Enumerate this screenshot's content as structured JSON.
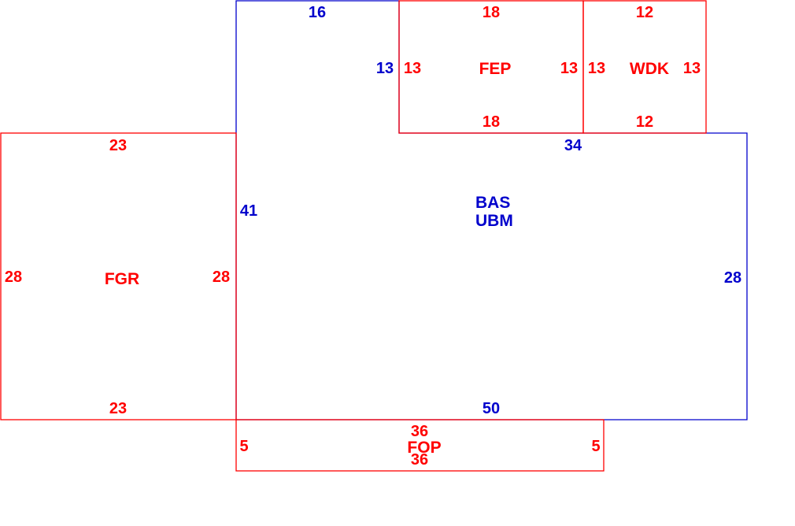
{
  "colors": {
    "main_structure": "#0000cc",
    "additions": "#ff0000",
    "background": "#ffffff"
  },
  "areas": {
    "bas": {
      "codes": [
        "BAS",
        "UBM"
      ],
      "dimensions": {
        "top_left_wall": "16",
        "inner_step_wall": "13",
        "top_right_wall": "34",
        "left_wall": "41",
        "right_wall": "28",
        "bottom_wall": "50"
      }
    },
    "fep": {
      "code": "FEP",
      "dimensions": {
        "top": "18",
        "bottom": "18",
        "left": "13",
        "right": "13"
      }
    },
    "wdk": {
      "code": "WDK",
      "dimensions": {
        "top": "12",
        "bottom": "12",
        "left": "13",
        "right": "13"
      }
    },
    "fgr": {
      "code": "FGR",
      "dimensions": {
        "top": "23",
        "bottom": "23",
        "left": "28",
        "right": "28"
      }
    },
    "fop": {
      "code": "FOP",
      "dimensions": {
        "top": "36",
        "bottom": "36",
        "left": "5",
        "right": "5"
      }
    }
  }
}
